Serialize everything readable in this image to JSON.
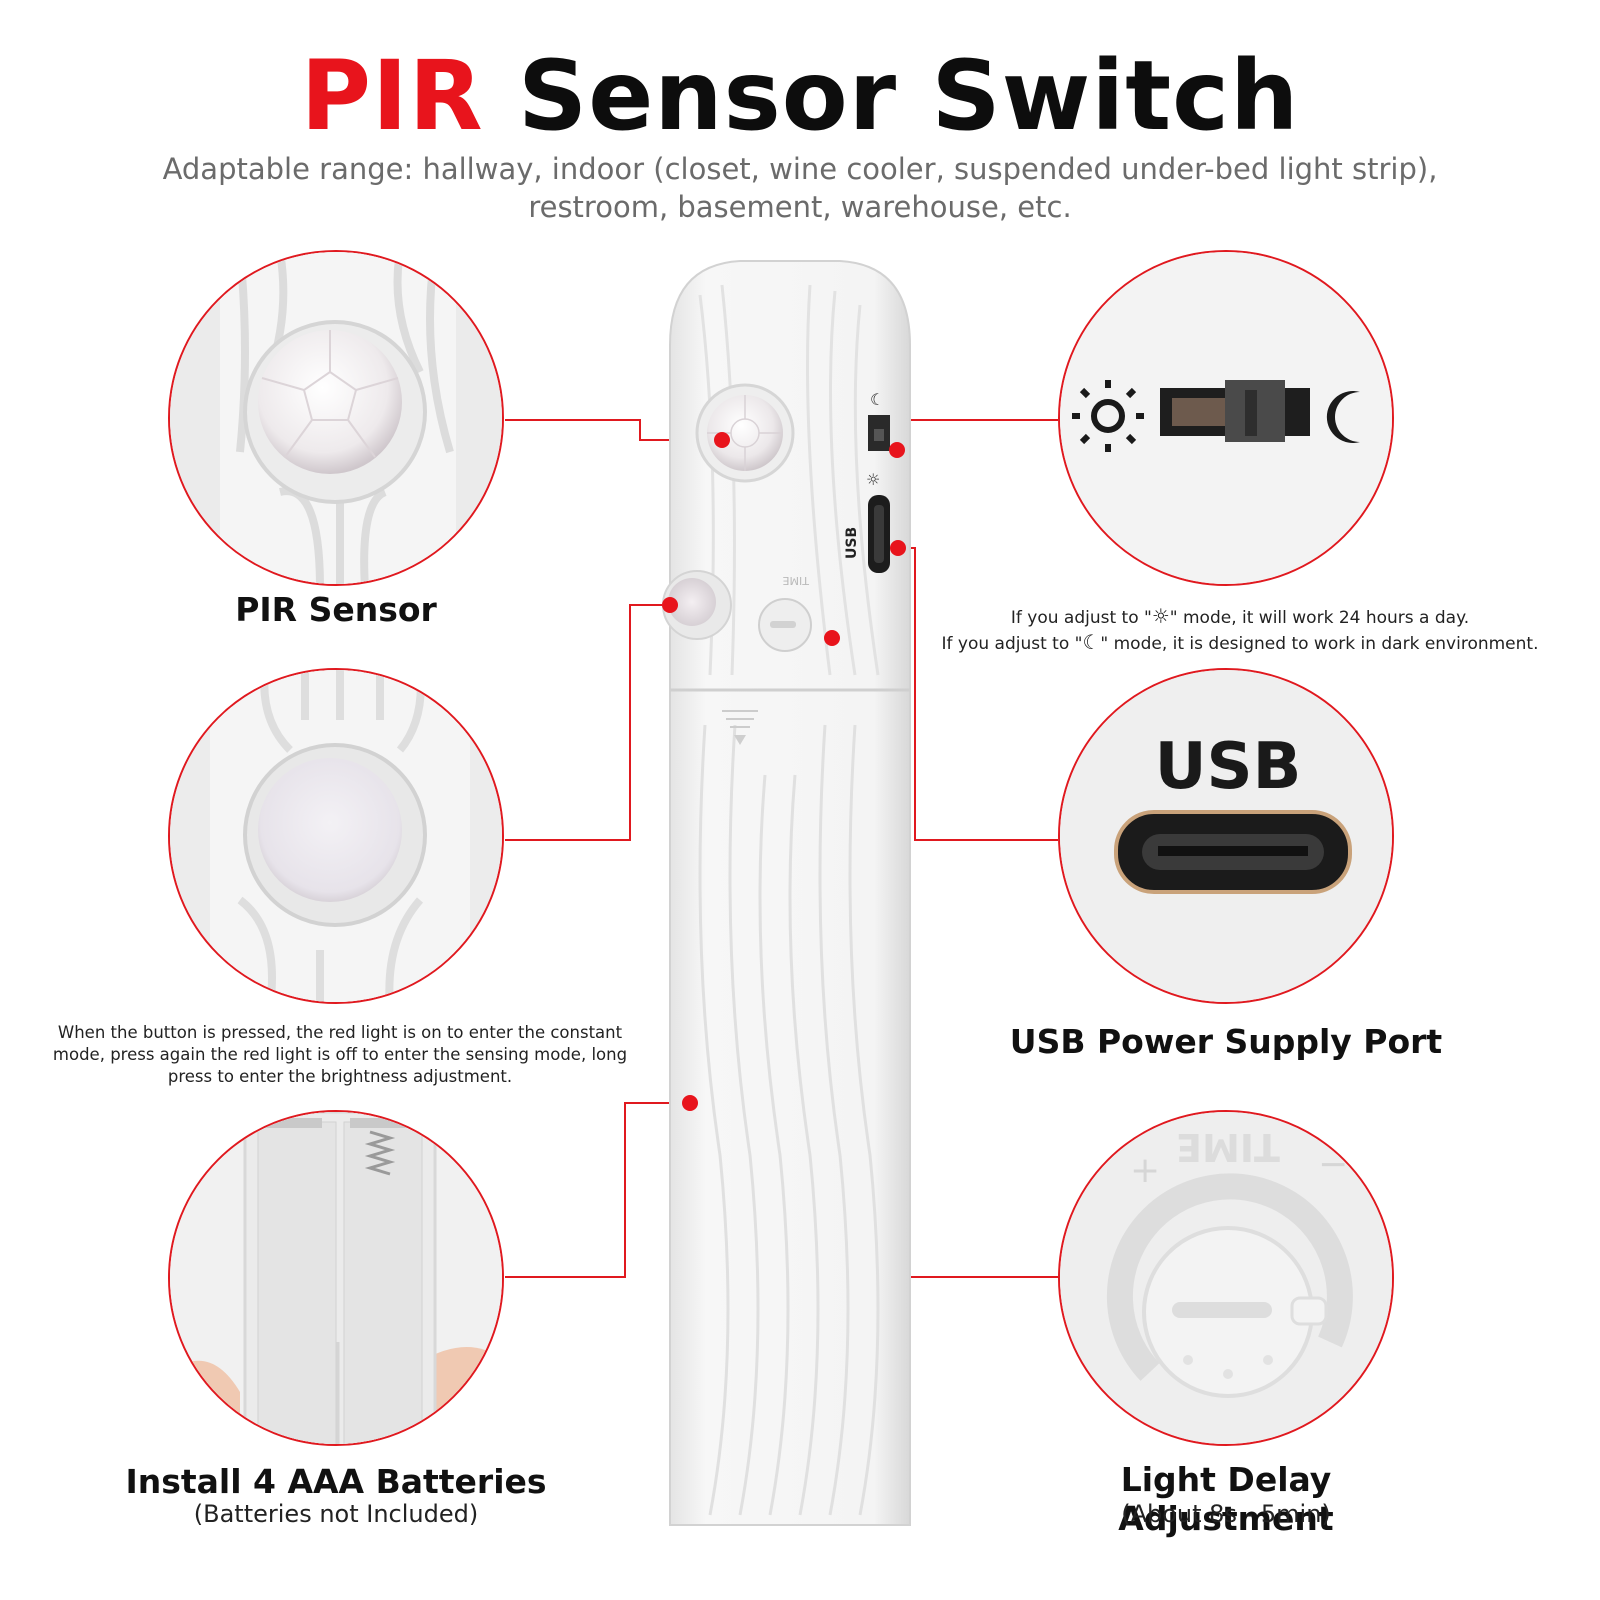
{
  "title": {
    "highlight": "PIR",
    "rest": "Sensor Switch"
  },
  "subtitle": {
    "line1": "Adaptable range: hallway, indoor (closet, wine cooler, suspended under-bed light strip),",
    "line2": "restroom, basement, warehouse, etc."
  },
  "device": {
    "usb_label": "USB",
    "time_label": "TIME"
  },
  "callouts": {
    "pir_sensor": {
      "label": "PIR Sensor"
    },
    "button_note": "When the button is pressed, the red light is on to enter the constant mode, press again the red light is off to enter the sensing mode, long press to enter the brightness adjustment.",
    "batteries": {
      "label": "Install 4 AAA Batteries",
      "sub": "(Batteries not Included)"
    },
    "mode_switch": {
      "note_sun_prefix": "If you adjust to \"",
      "note_sun_suffix": "\" mode, it will work 24 hours a day.",
      "note_moon_prefix": "If you adjust to \"",
      "note_moon_suffix": "\" mode, it is designed to work in dark environment."
    },
    "usb_port": {
      "label": "USB Power Supply Port",
      "circle_text": "USB"
    },
    "delay": {
      "label": "Light Delay Adjustment",
      "sub": "(About 8s - 5min)",
      "dial_text": "TIME"
    }
  },
  "colors": {
    "accent": "#e8141c",
    "text": "#111111",
    "subtitle": "#6b6b6b"
  }
}
